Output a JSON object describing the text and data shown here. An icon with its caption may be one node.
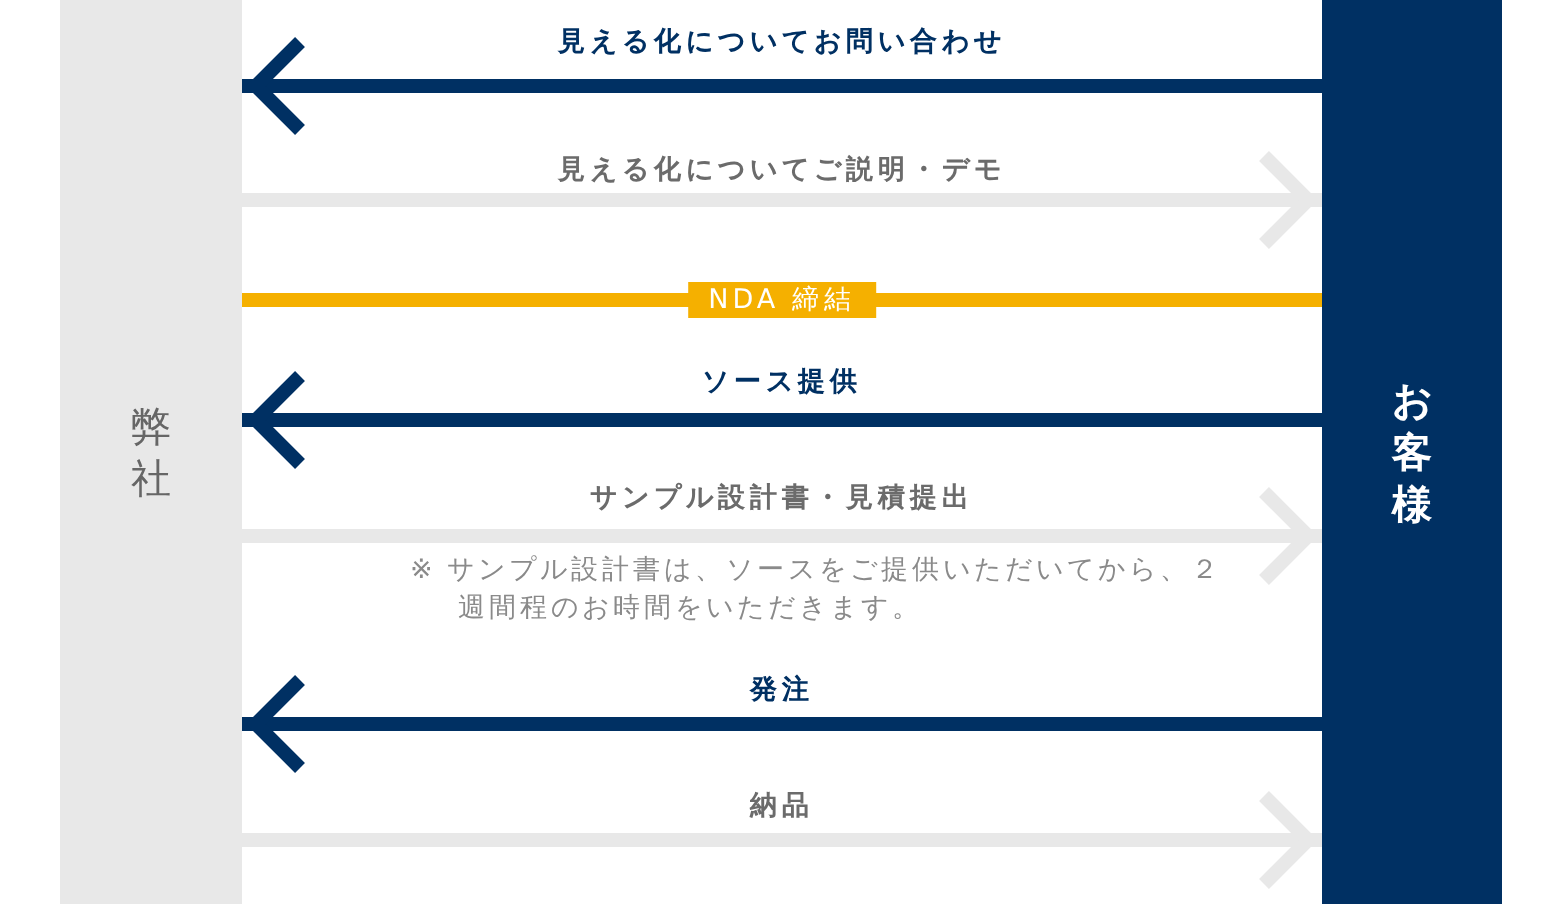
{
  "diagram": {
    "nodes": [
      {
        "text": [
          "弊社"
        ]
      },
      {
        "text": [
          "お客様"
        ]
      }
    ],
    "edges": [
      {
        "from": 1,
        "to": 0,
        "arrow": "to",
        "label": "見える化についてお問い合わせ",
        "color": "#003063"
      },
      {
        "from": 0,
        "to": 1,
        "arrow": "to",
        "label": "見える化についてご説明・デモ",
        "color": "#e8e8e8"
      },
      {
        "from": 0,
        "to": 1,
        "arrow": "none",
        "label": "NDA 締結",
        "color": "#f5b000"
      },
      {
        "from": 1,
        "to": 0,
        "arrow": "to",
        "label": "ソース提供",
        "color": "#003063"
      },
      {
        "from": 0,
        "to": 1,
        "arrow": "to",
        "label": "サンプル設計書・見積提出",
        "color": "#e8e8e8"
      },
      {
        "from": 1,
        "to": 0,
        "arrow": "to",
        "label": "発注",
        "color": "#003063"
      },
      {
        "from": 0,
        "to": 1,
        "arrow": "to",
        "label": "納品",
        "color": "#e8e8e8"
      }
    ],
    "labels": [
      "※ サンプル設計書は、ソースをご提供いただいてから、２週間程のお時間をいただきます。"
    ]
  }
}
